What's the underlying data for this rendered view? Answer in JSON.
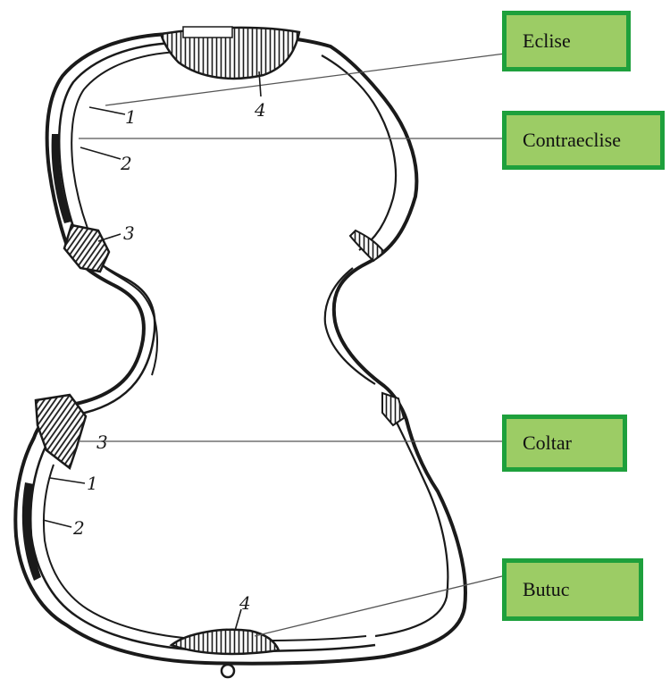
{
  "labels": {
    "eclise": "Eclise",
    "contraeclise": "Contraeclise",
    "coltar": "Coltar",
    "butuc": "Butuc"
  },
  "numbers": {
    "top_block": "4",
    "upper_rib": "1",
    "upper_lining": "2",
    "upper_corner": "3",
    "lower_corner": "3",
    "lower_rib": "1",
    "lower_lining": "2",
    "bottom_block": "4"
  },
  "colors": {
    "label_fill": "#9ccc65",
    "label_border": "#1ea03c",
    "ink": "#1a1a1a"
  }
}
